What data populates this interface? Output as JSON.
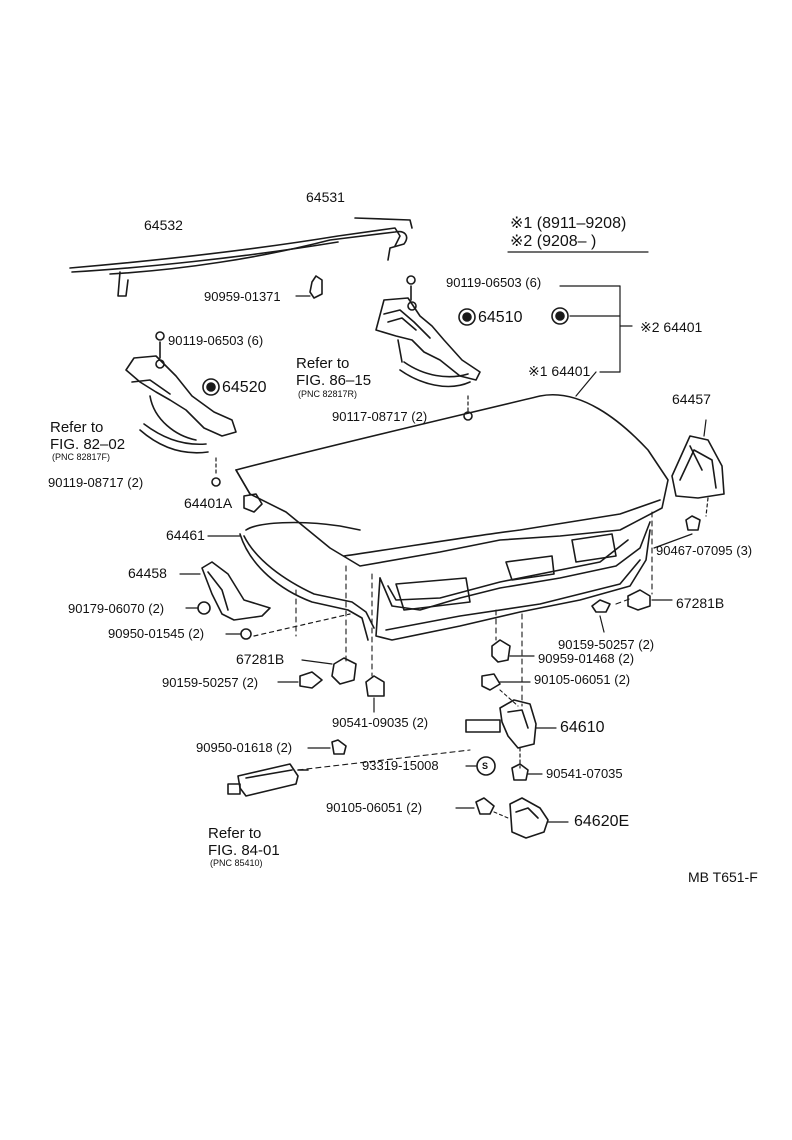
{
  "diagram": {
    "colors": {
      "ink": "#1a1a1a",
      "paper": "#ffffff"
    },
    "legend": {
      "l1": "※1 (8911–9208)",
      "l2": "※2 (9208–       )"
    },
    "labels": {
      "p64531": "64531",
      "p64532": "64532",
      "p90959_01371": "90959-01371",
      "p90119_06503_right": "90119-06503 (6)",
      "p64510": "64510",
      "p64401_v2": "※2 64401",
      "p64401_v1": "※1 64401",
      "p90119_06503_left": "90119-06503 (6)",
      "p64520": "64520",
      "ref86_a": "Refer to",
      "ref86_b": "FIG. 86–15",
      "ref86_c": "(PNC 82817R)",
      "p90117_08717": "90117-08717 (2)",
      "ref82_a": "Refer to",
      "ref82_b": "FIG. 82–02",
      "ref82_c": "(PNC 82817F)",
      "p64457": "64457",
      "p90119_08717": "90119-08717 (2)",
      "p64401A": "64401A",
      "p64461": "64461",
      "p90467_07095": "90467-07095 (3)",
      "p64458": "64458",
      "p67281B_right": "67281B",
      "p90179_06070": "90179-06070 (2)",
      "p90950_01545": "90950-01545 (2)",
      "p90159_50257_right": "90159-50257 (2)",
      "p67281B_left": "67281B",
      "p90959_01468": "90959-01468 (2)",
      "p90159_50257_left": "90159-50257 (2)",
      "p90105_06051_right": "90105-06051 (2)",
      "p90541_09035": "90541-09035 (2)",
      "p64610": "64610",
      "p90950_01618": "90950-01618 (2)",
      "p93319_15008": "93319-15008",
      "p90541_07035": "90541-07035",
      "p90105_06051_left": "90105-06051 (2)",
      "p64620E": "64620E",
      "ref84_a": "Refer to",
      "ref84_b": "FIG. 84-01",
      "ref84_c": "(PNC 85410)",
      "figure_code": "MB T651-F",
      "s_mark": "S"
    }
  }
}
